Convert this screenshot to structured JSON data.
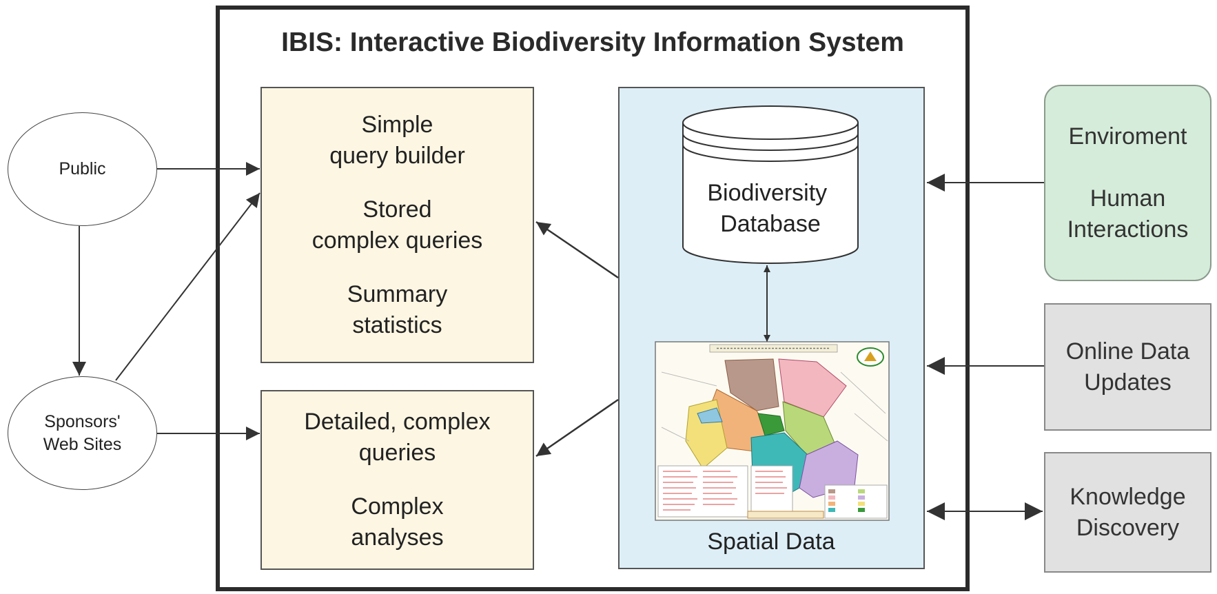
{
  "title": "IBIS: Interactive Biodiversity Information System",
  "actors": {
    "public": "Public",
    "sponsors": "Sponsors'\nWeb Sites"
  },
  "query_panel": {
    "items": [
      "Simple\nquery builder",
      "Stored\ncomplex queries",
      "Summary\nstatistics"
    ]
  },
  "analysis_panel": {
    "items": [
      "Detailed, complex\nqueries",
      "Complex\nanalyses"
    ]
  },
  "database": {
    "label": "Biodiversity\nDatabase"
  },
  "spatial": {
    "label": "Spatial Data"
  },
  "sources": {
    "environment": {
      "line1": "Enviroment",
      "line2": "Human\nInteractions",
      "color": "#d6ecda"
    },
    "online_updates": {
      "label": "Online Data\nUpdates",
      "color": "#e1e1e1"
    },
    "knowledge": {
      "label": "Knowledge\nDiscovery",
      "color": "#e1e1e1"
    }
  }
}
